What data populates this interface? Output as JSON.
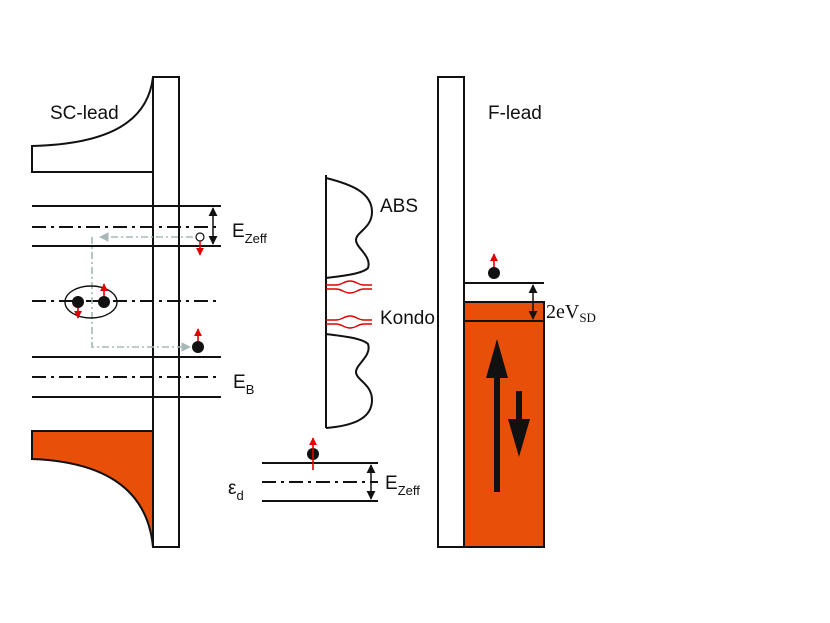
{
  "labels": {
    "sc_lead": "SC-lead",
    "f_lead": "F-lead",
    "abs": "ABS",
    "kondo": "Kondo",
    "ezeff_main": "E",
    "ezeff_sub": "Zeff",
    "eb_main": "E",
    "eb_sub": "B",
    "eps_main": "ε",
    "eps_sub": "d",
    "ezeff2_main": "E",
    "ezeff2_sub": "Zeff",
    "bias_main": "2eV",
    "bias_sub": "SD"
  },
  "colors": {
    "orange": "#E8500A",
    "spin_red": "#E00000",
    "electron": "#111111",
    "dashed_path": "#A8B8B8"
  }
}
